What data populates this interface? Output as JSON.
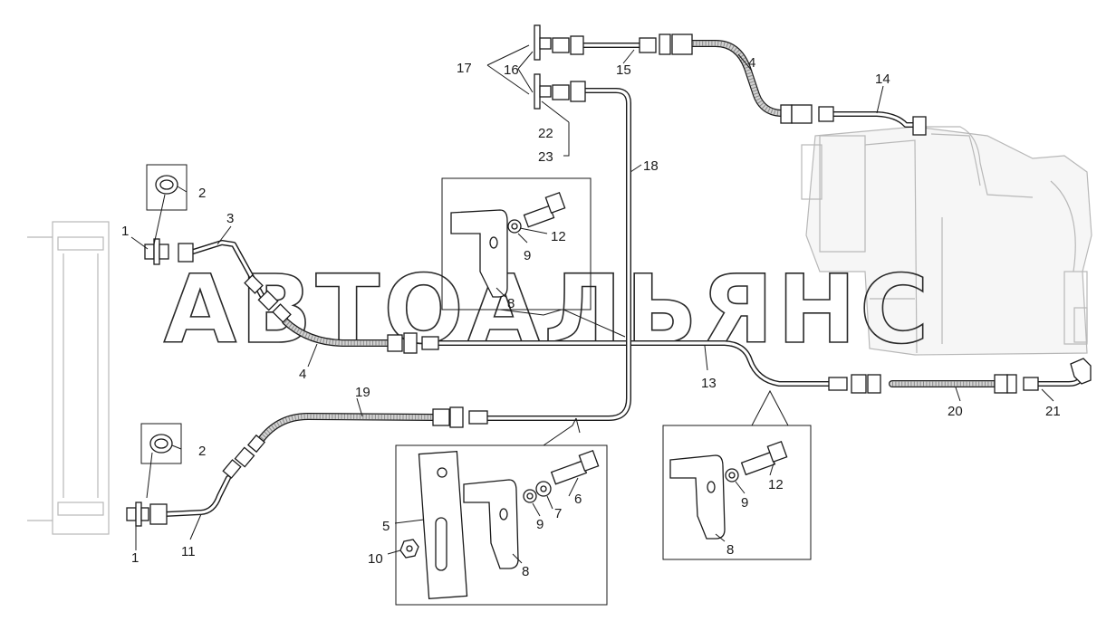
{
  "watermark": "АВТОАЛЬЯНС",
  "callouts": {
    "c1a": "1",
    "c1b": "1",
    "c2a": "2",
    "c2b": "2",
    "c3": "3",
    "c4a": "4",
    "c4b": "4",
    "c5": "5",
    "c6": "6",
    "c7": "7",
    "c8a": "8",
    "c8b": "8",
    "c8c": "8",
    "c9a": "9",
    "c9b": "9",
    "c9c": "9",
    "c10": "10",
    "c11": "11",
    "c12a": "12",
    "c12b": "12",
    "c13": "13",
    "c14": "14",
    "c15": "15",
    "c16": "16",
    "c17": "17",
    "c18": "18",
    "c19": "19",
    "c20": "20",
    "c21": "21",
    "c22": "22",
    "c23": "23"
  }
}
